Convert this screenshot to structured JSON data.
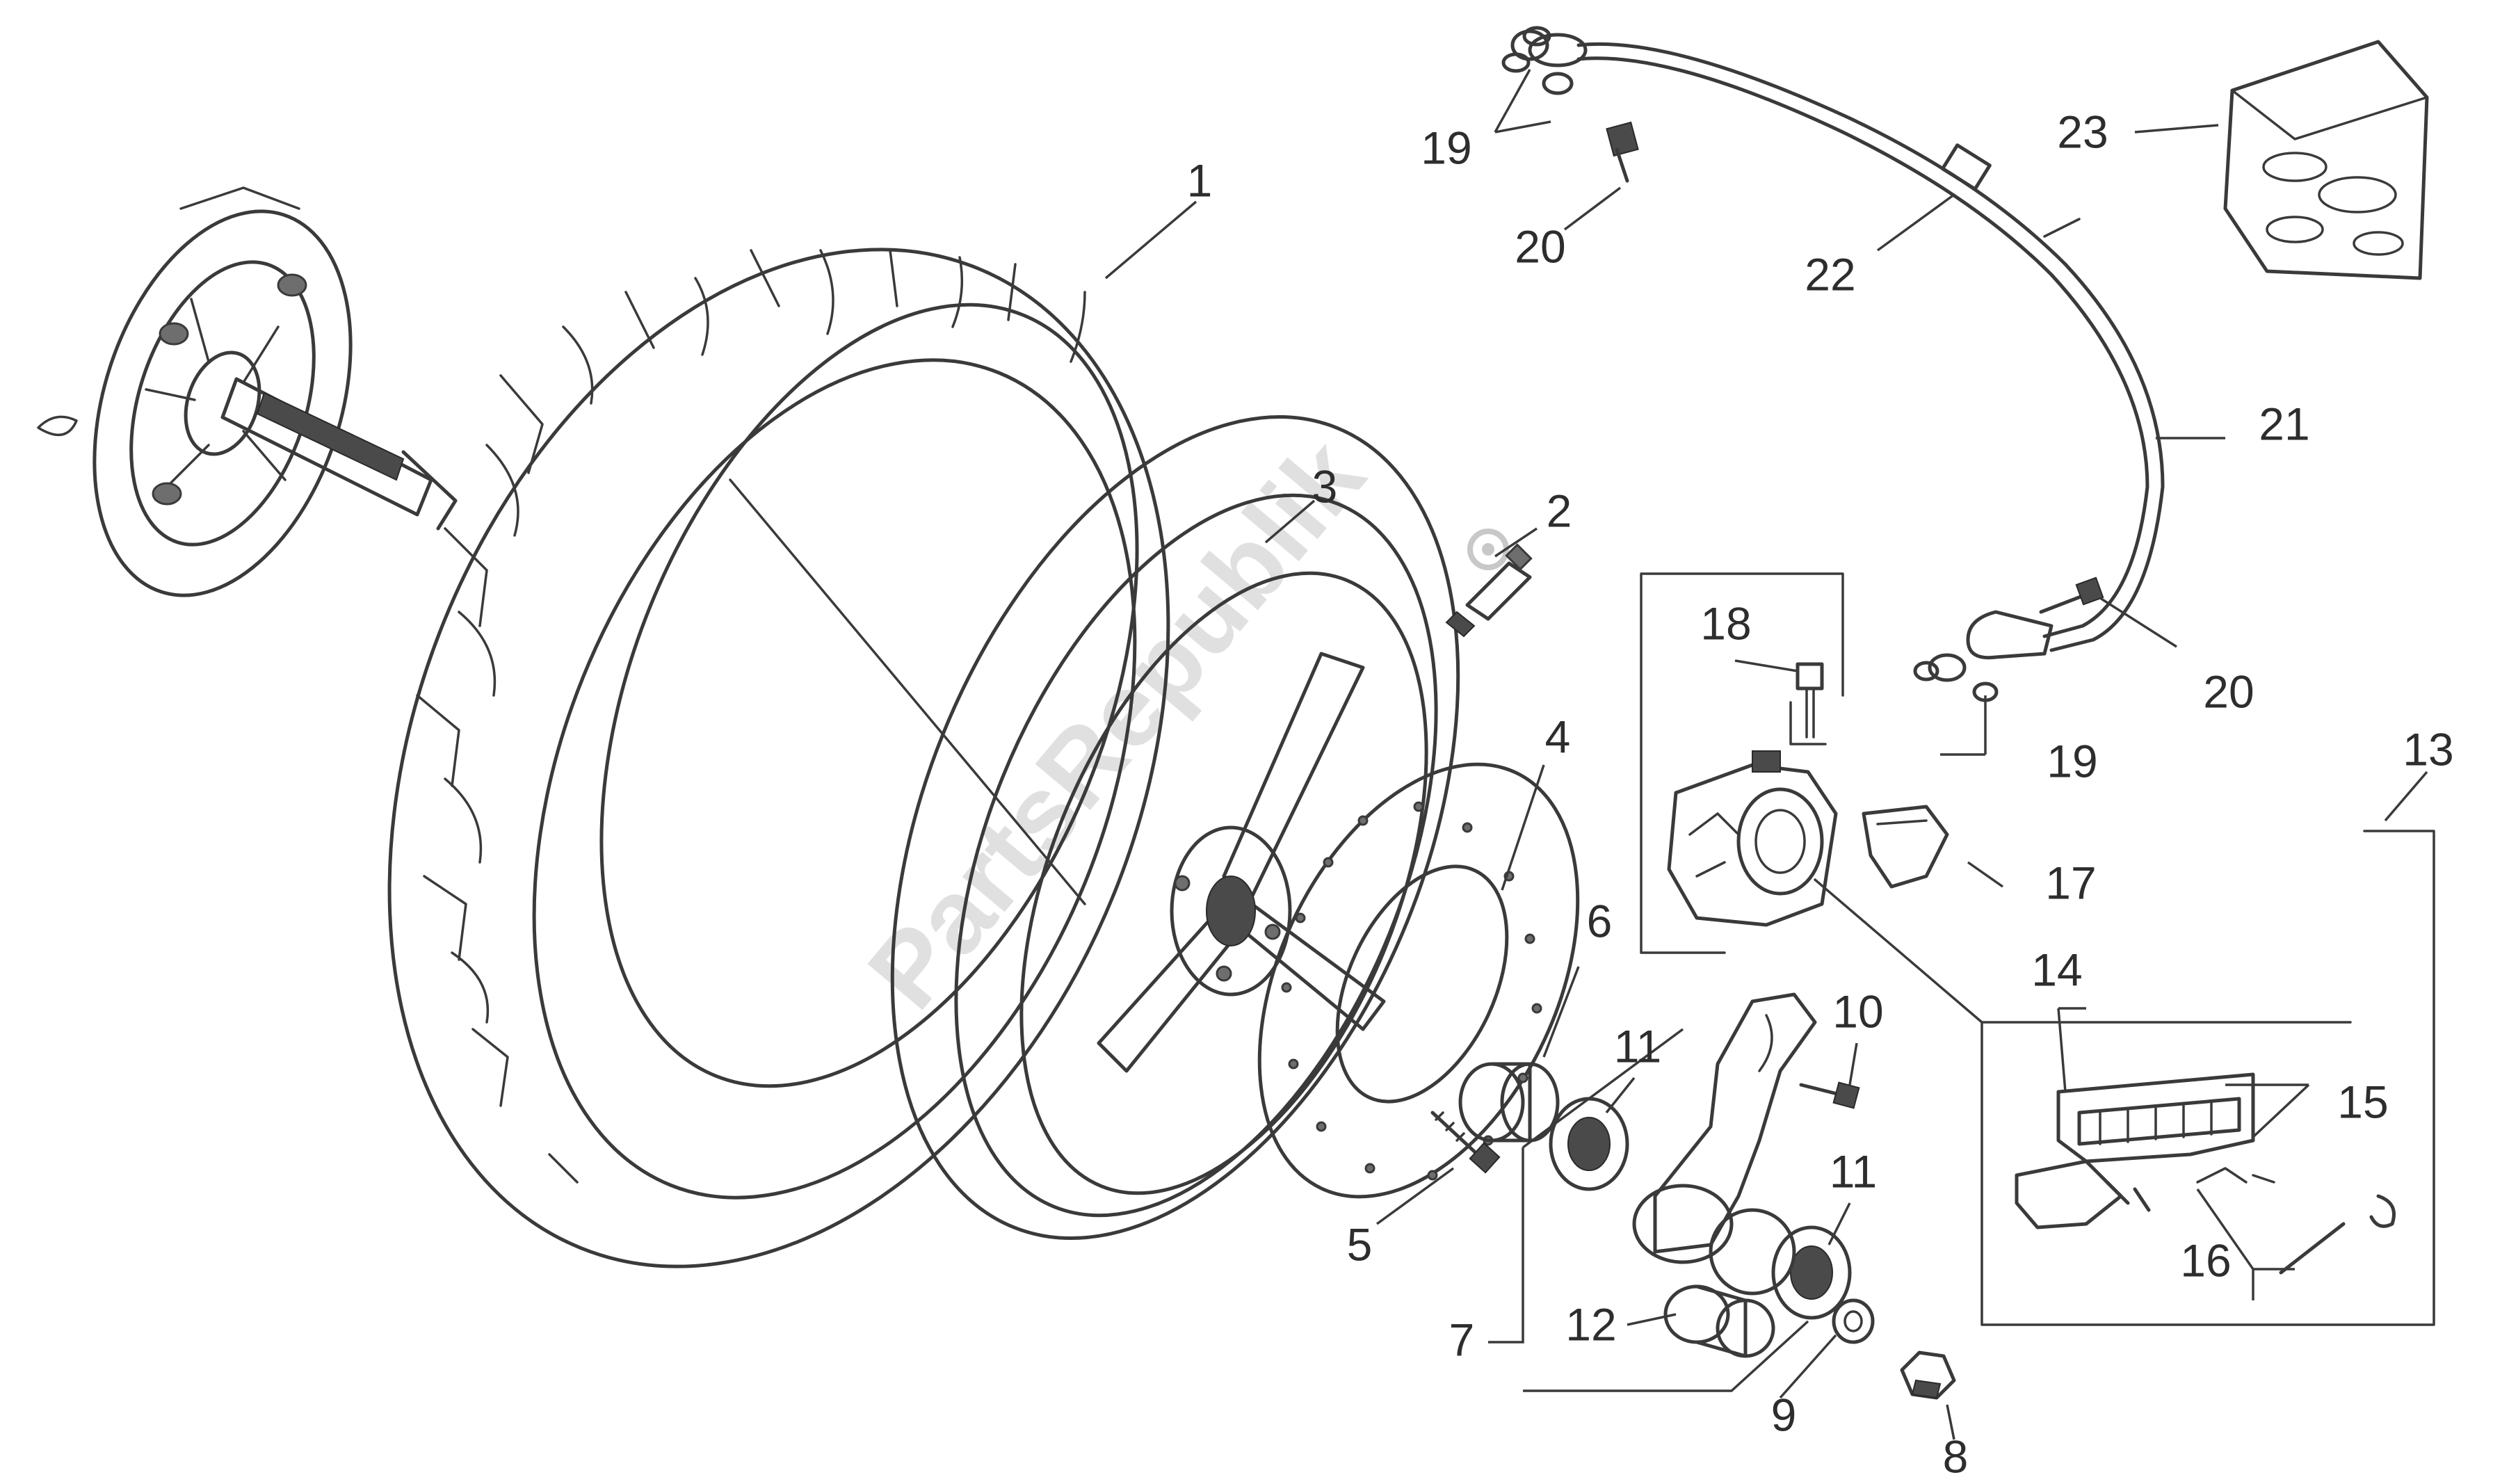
{
  "diagram": {
    "watermark": "PartsRepublik",
    "callouts": [
      "1",
      "2",
      "3",
      "4",
      "5",
      "6",
      "7",
      "8",
      "9",
      "10",
      "11",
      "11",
      "12",
      "13",
      "14",
      "15",
      "16",
      "17",
      "18",
      "19",
      "19",
      "20",
      "20",
      "21",
      "22",
      "23"
    ]
  }
}
